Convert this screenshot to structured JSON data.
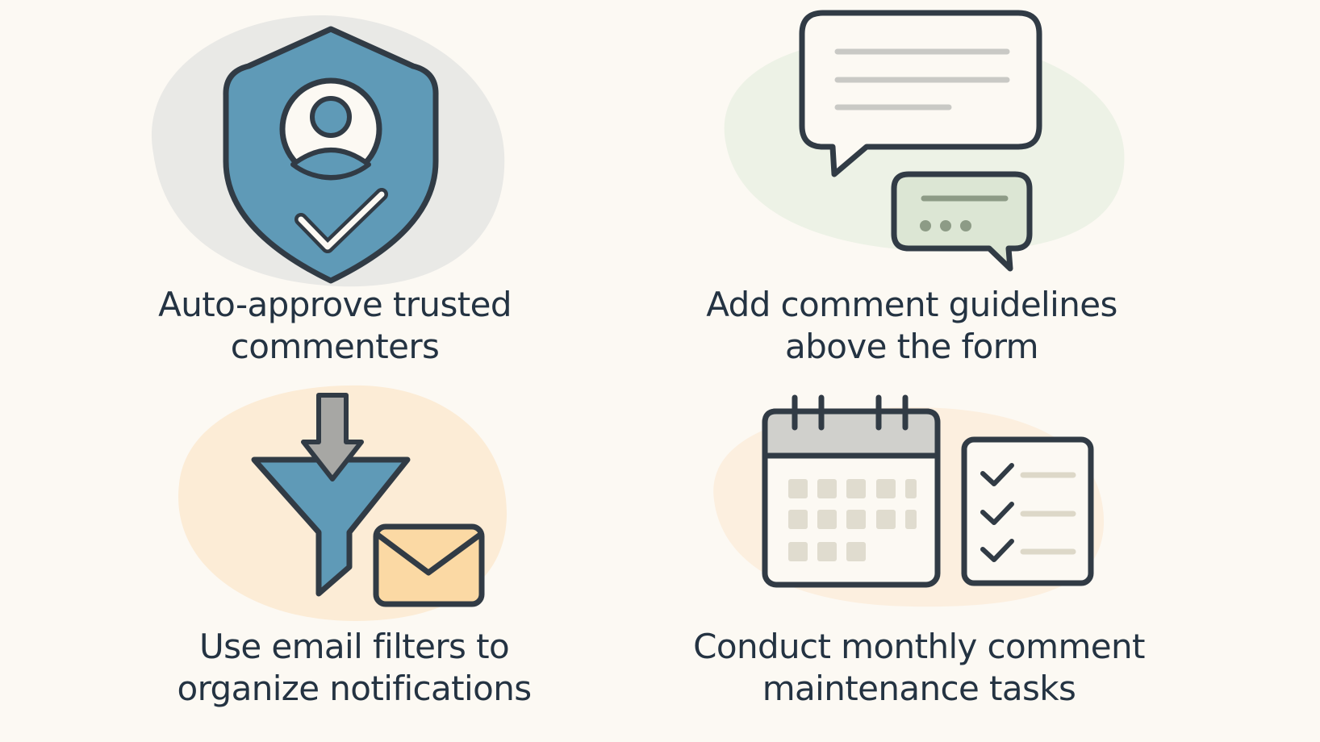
{
  "tiles": [
    {
      "icon": "shield-user-check-icon",
      "line1": "Auto-approve trusted",
      "line2": "commenters",
      "accent": "#5f9ab7",
      "blob": "#e9e9e6"
    },
    {
      "icon": "comment-bubbles-icon",
      "line1": "Add comment guidelines",
      "line2": "above the form",
      "accent": "#dce6d4",
      "blob": "#edf2e6"
    },
    {
      "icon": "funnel-email-icon",
      "line1": "Use email filters to",
      "line2": "organize notifications",
      "accent": "#5f9ab7",
      "blob": "#fcecd6"
    },
    {
      "icon": "calendar-checklist-icon",
      "line1": "Conduct monthly comment",
      "line2": "maintenance tasks",
      "accent": "#d0d0cc",
      "blob": "#fcefdf"
    }
  ],
  "colors": {
    "background": "#fcf9f3",
    "outline": "#313b45",
    "text": "#243342"
  }
}
